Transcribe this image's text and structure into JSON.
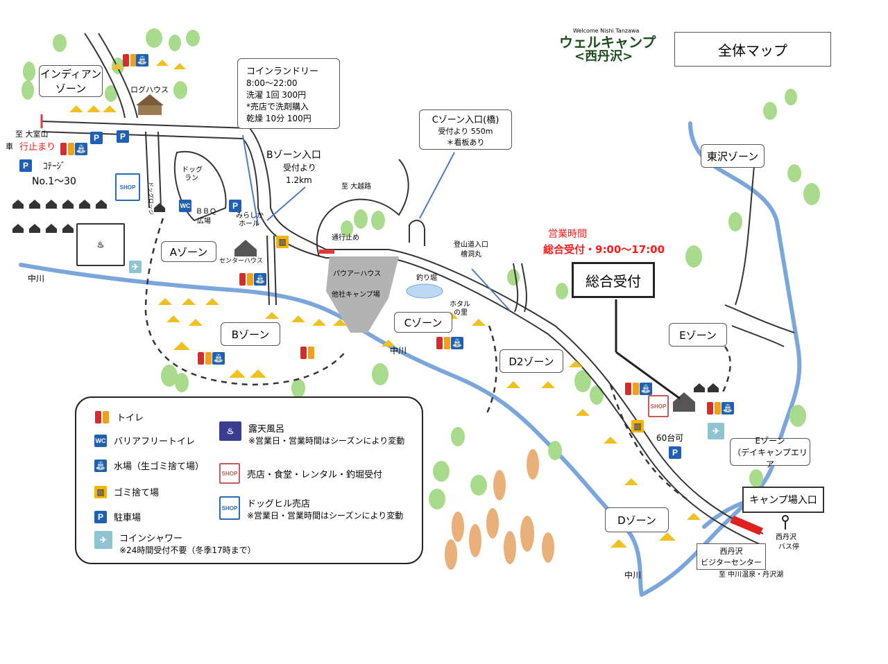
{
  "header": {
    "logo_small": "Welcome Nishi Tanzawa",
    "logo_line1": "ウェルキャンプ",
    "logo_line2": "<西丹沢>",
    "map_title": "全体マップ"
  },
  "zones": {
    "indian": [
      "インディアン",
      "ゾーン"
    ],
    "a": "Aゾーン",
    "b": "Bゾーン",
    "c": "Cゾーン",
    "d2": "D2ゾーン",
    "d": "Dゾーン",
    "e": "Eゾーン",
    "higashizawa": "東沢ゾーン",
    "e_day": [
      "Eゾーン",
      "（デイキャンプエリア"
    ]
  },
  "laundry": {
    "title": "コインランドリー",
    "hours": "8:00～22:00",
    "wash": "洗濯 1回 300円",
    "detergent": "*売店で洗剤購入",
    "dry": "乾燥 10分 100円"
  },
  "c_entrance": {
    "title": "Cゾーン入口(橋)",
    "distance": "受付より 550m",
    "note": "＊看板あり"
  },
  "b_entrance": {
    "title": "Bゾーン入口",
    "line2": "受付より",
    "line3": "1.2km"
  },
  "reception": {
    "hours_title": "営業時間",
    "hours": "総合受付・9:00～17:00",
    "label": "総合受付"
  },
  "camp_entrance": "キャンプ場入口",
  "places": {
    "log_house": "ログハウス",
    "to_onomuro": "至 大室山",
    "kuruma": "車",
    "stop": "行止まり",
    "cottage": "ｺﾃｰｼﾞ",
    "cottage_no": "No.1～30",
    "dog_run": [
      "ドッグ",
      "ラン"
    ],
    "dog_lodge": "ドッグロッジ",
    "bbq": "ＢＢＱ",
    "square": "広場",
    "mirashika": [
      "みらしか",
      "ホール"
    ],
    "center_house": "センターハウス",
    "to_ouwatari": "至 大越路",
    "closed": "通行止め",
    "power_house": "パウアーハウス",
    "other_camp": "他社キャンプ場",
    "fishing_pond": "釣り堀",
    "hotaru": [
      "ホタル",
      "の里"
    ],
    "tozan": [
      "登山道入口",
      "檜洞丸"
    ],
    "nakagawa": "中川",
    "parking_60": "60台可",
    "bus_stop": [
      "西丹沢",
      "バス停"
    ],
    "visitor_center": [
      "西丹沢",
      "ビジターセンター"
    ],
    "to_onsen": "至 中川温泉・丹沢湖"
  },
  "legend": {
    "toilet": "トイレ",
    "barrier_free": "バリアフリートイレ",
    "water": "水場（生ゴミ捨て場）",
    "trash": "ゴミ捨て場",
    "parking": "駐車場",
    "shower": "コインシャワー",
    "shower_note": "※24時間受付不要（冬季17時まで）",
    "bath": "露天風呂",
    "bath_note": "※営業日・営業時間はシーズンにより変動",
    "shop": "売店・食堂・レンタル・釣堀受付",
    "dog_shop": "ドッグヒル売店",
    "dog_shop_note": "※営業日・営業時間はシーズンにより変動",
    "wc": "WC",
    "shop_sign": "SHOP",
    "p": "P"
  },
  "colors": {
    "river": "#7aa6dc",
    "road": "#333333",
    "red_text": "#ff1a1a",
    "tree_green": "#a8dc8c",
    "tree_autumn": "#e9b07a",
    "tent": "#f0c020",
    "icon_blue": "#1f5fb4",
    "path_gray": "#bbbbbb"
  }
}
